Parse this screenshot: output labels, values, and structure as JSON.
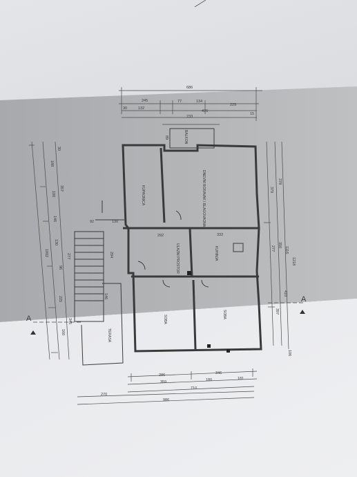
{
  "rooms": {
    "kupaonica": "KUPAONICA",
    "dnevni": "DNEVNI BORAVAK I BLAGOVAONA",
    "balkon": "BALKON",
    "ulazni": "ULAZNI PROSTOR",
    "kuhinja": "KUHINJA",
    "soba1": "SOBA",
    "soba2": "SOBA",
    "terasa": "TERASA"
  },
  "section_marks": {
    "left": "A",
    "right": "A"
  },
  "dims_top": {
    "total": "686",
    "d245": "245",
    "d77": "77",
    "d134": "134",
    "d229": "229",
    "d30a": "30",
    "d132": "132",
    "d476": "476",
    "d15": "15",
    "d233": "233"
  },
  "dims_left": {
    "d30": "30",
    "d188": "188",
    "d100": "100",
    "d357": "357",
    "d146": "146",
    "d130": "130",
    "d277": "277",
    "d96": "96",
    "d225": "225",
    "d345": "345",
    "d160": "160",
    "d1002": "1002"
  },
  "dims_right": {
    "d378": "378",
    "d379": "379",
    "d350": "350",
    "d277": "277",
    "d1116": "1116",
    "d1218": "1218",
    "d410": "410",
    "d397": "397",
    "d106": "106"
  },
  "dims_bottom": {
    "d286": "286",
    "d346": "346",
    "d359": "359",
    "d180": "180",
    "d181": "181",
    "d710": "710",
    "d270": "270",
    "d986": "986"
  },
  "dims_inner": {
    "d292": "292",
    "d332": "332",
    "d92": "92",
    "d130": "130",
    "d294": "294",
    "d146": "146",
    "d89": "89"
  }
}
